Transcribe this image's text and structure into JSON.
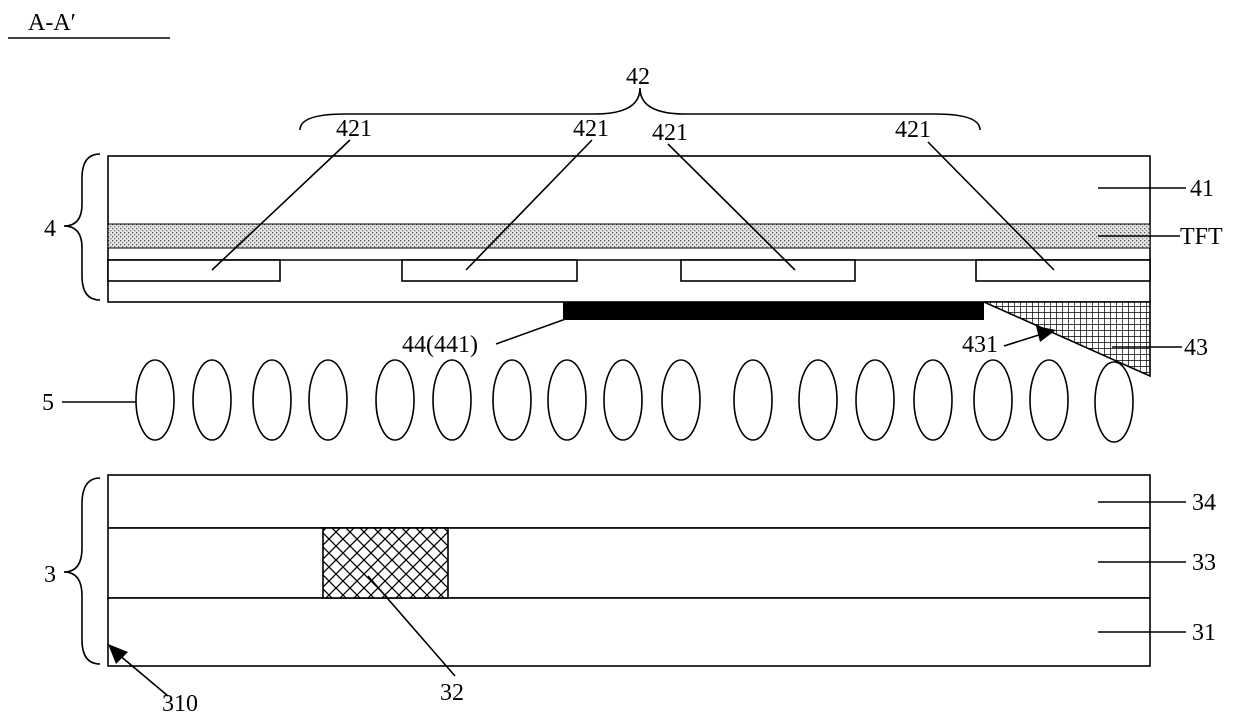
{
  "section_title": "A-A′",
  "labels": {
    "group_42": "42",
    "electrode_421": "421",
    "layer_41": "41",
    "tft": "TFT",
    "group_4": "4",
    "black_matrix_44": "44(441)",
    "part_431": "431",
    "part_43": "43",
    "liquid_crystal_5": "5",
    "layer_34": "34",
    "layer_33": "33",
    "layer_31": "31",
    "group_3": "3",
    "part_32": "32",
    "edge_310": "310"
  }
}
